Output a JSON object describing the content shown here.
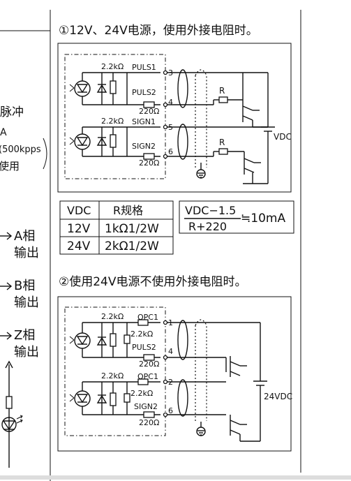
{
  "left_fragments": {
    "pulse": "脉冲",
    "a": "A",
    "kpps": "(500kpps",
    "use": "使用",
    "a_out": [
      "A相",
      "输出"
    ],
    "b_out": [
      "B相",
      "输出"
    ],
    "z_out": [
      "Z相",
      "输出"
    ]
  },
  "section1": {
    "title": "①12V、24V电源，使用外接电阻时。",
    "r1": "2.2kΩ",
    "puls1": "PULS1",
    "pin3": "3",
    "puls2": "PULS2",
    "pin4": "4",
    "r220a": "220Ω",
    "r2": "2.2kΩ",
    "sign1": "SIGN1",
    "pin5": "5",
    "sign2": "SIGN2",
    "pin6": "6",
    "r220b": "220Ω",
    "r_ext1": "R",
    "r_ext2": "R",
    "vdc": "VDC"
  },
  "spec_table": {
    "headers": [
      "VDC",
      "R规格"
    ],
    "rows": [
      [
        "12V",
        "1kΩ1/2W"
      ],
      [
        "24V",
        "2kΩ1/2W"
      ]
    ]
  },
  "formula": {
    "numerator": "VDC−1.5",
    "denominator": "R+220",
    "result": "≒10mA"
  },
  "section2": {
    "title": "②使用24V电源不使用外接电阻时。",
    "r1": "2.2kΩ",
    "opc1a": "OPC1",
    "pin1": "1",
    "r2a": "2.2kΩ",
    "puls2": "PULS2",
    "pin4": "4",
    "r220a": "220Ω",
    "r3": "2.2kΩ",
    "opc1b": "OPC1",
    "pin2": "2",
    "r4": "2.2kΩ",
    "sign2": "SIGN2",
    "pin6": "6",
    "r220b": "220Ω",
    "vdc24": "24VDC"
  }
}
